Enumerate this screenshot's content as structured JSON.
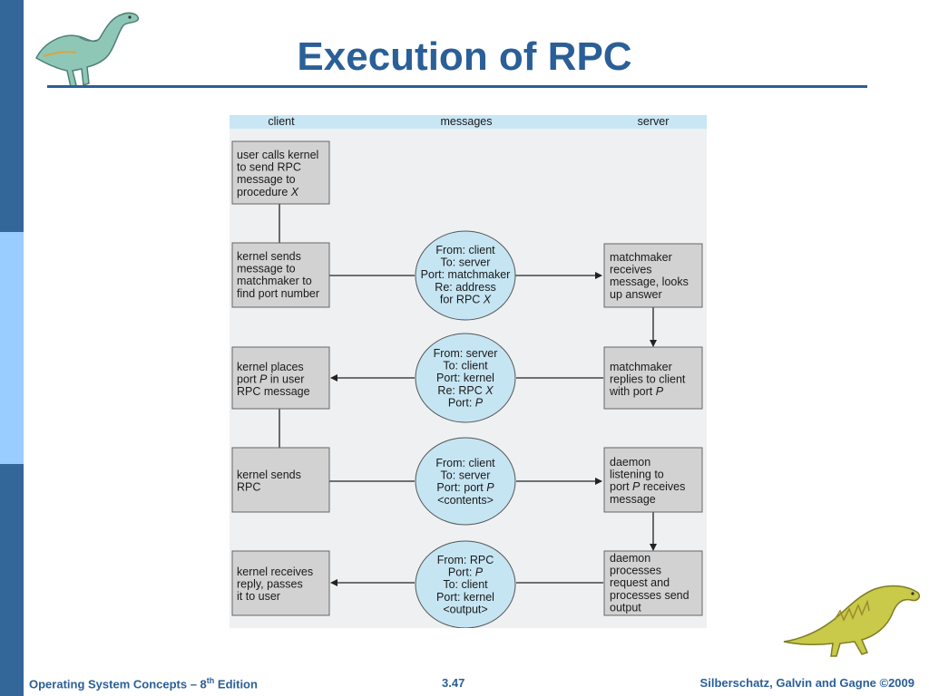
{
  "slide": {
    "title": "Execution of RPC",
    "footer_left": "Operating System Concepts – 8",
    "footer_left_sup": "th",
    "footer_left_suffix": " Edition",
    "footer_center": "3.47",
    "footer_right": "Silberschatz, Galvin and Gagne ©2009"
  },
  "colors": {
    "accent": "#2a5f97",
    "band_dark": "#336699",
    "band_light": "#99ccff",
    "header_band": "#c9e6f5",
    "panel_bg": "#eef0f2",
    "box_fill": "#d2d2d2",
    "bubble_fill": "#c6e5f3"
  },
  "diagram": {
    "headers": {
      "client": "client",
      "messages": "messages",
      "server": "server"
    },
    "client_boxes": [
      {
        "lines": [
          "user calls kernel",
          "to send RPC",
          "message to",
          "procedure |X|"
        ]
      },
      {
        "lines": [
          "kernel sends",
          "message to",
          "matchmaker to",
          "find port number"
        ]
      },
      {
        "lines": [
          "kernel places",
          "port |P| in user",
          "RPC message"
        ]
      },
      {
        "lines": [
          "kernel sends",
          "RPC"
        ]
      },
      {
        "lines": [
          "kernel receives",
          "reply, passes",
          "it to user"
        ]
      }
    ],
    "messages": [
      {
        "lines": [
          "From: client",
          "To: server",
          "Port: matchmaker",
          "Re: address",
          "for RPC |X|"
        ]
      },
      {
        "lines": [
          "From: server",
          "To: client",
          "Port: kernel",
          "Re: RPC |X|",
          "Port: |P|"
        ]
      },
      {
        "lines": [
          "From: client",
          "To: server",
          "Port: port |P|",
          "<contents>"
        ]
      },
      {
        "lines": [
          "From: RPC",
          "Port: |P|",
          "To: client",
          "Port: kernel",
          "<output>"
        ]
      }
    ],
    "server_boxes": [
      {
        "lines": [
          "matchmaker",
          "receives",
          "message, looks",
          "up answer"
        ]
      },
      {
        "lines": [
          "matchmaker",
          "replies to client",
          "with port |P|"
        ]
      },
      {
        "lines": [
          "daemon",
          "listening to",
          "port |P| receives",
          "message"
        ]
      },
      {
        "lines": [
          "daemon",
          "processes",
          "request and",
          "processes send",
          "output"
        ]
      }
    ]
  }
}
